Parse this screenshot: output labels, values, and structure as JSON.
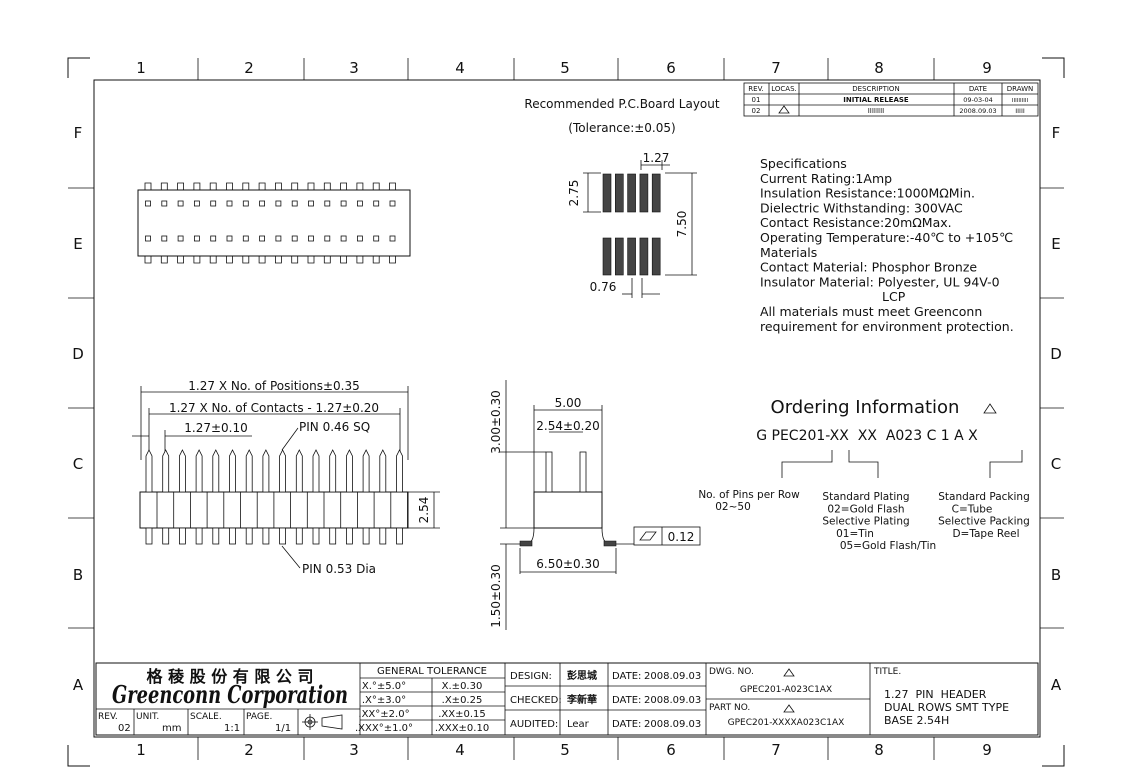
{
  "border": {
    "columns": [
      "1",
      "2",
      "3",
      "4",
      "5",
      "6",
      "7",
      "8",
      "9"
    ],
    "rows": [
      "F",
      "E",
      "D",
      "C",
      "B",
      "A"
    ]
  },
  "revision_table": {
    "headers": [
      "REV.",
      "LOCAS.",
      "DESCRIPTION",
      "DATE",
      "DRAWN"
    ],
    "rows": [
      [
        "01",
        "",
        "INITIAL RELEASE",
        "09-03-04",
        "IIIIIIIIII"
      ],
      [
        "02",
        "",
        "IIIIIIII",
        "2008.09.03",
        "IIIII"
      ]
    ]
  },
  "pcb_layout": {
    "title": "Recommended P.C.Board Layout",
    "tolerance": "(Tolerance:±0.05)",
    "dims": {
      "pitch": "1.27",
      "pad_len": "2.75",
      "pad_w": "0.76",
      "total": "7.50"
    }
  },
  "specifications": {
    "lines": [
      "Specifications",
      "Current Rating:1Amp",
      "Insulation Resistance:1000MΩMin.",
      "Dielectric Withstanding:   300VAC",
      "Contact Resistance:20mΩMax.",
      "Operating Temperature:-40℃ to +105℃",
      "Materials",
      "Contact Material:   Phosphor Bronze",
      "Insulator Material: Polyester, UL 94V-0",
      "LCP",
      "All materials must meet Greenconn",
      "requirement for environment protection."
    ]
  },
  "front_view": {
    "dim_positions": "1.27 X No. of Positions±0.35",
    "dim_contacts": "1.27 X No. of Contacts - 1.27±0.20",
    "dim_pitch": "1.27±0.10",
    "pin_sq": "PIN 0.46 SQ",
    "pin_dia": "PIN 0.53 Dia",
    "height": "2.54"
  },
  "side_view": {
    "dim_overall": "3.00±0.30",
    "dim_width": "5.00",
    "dim_pitch": "2.54±0.20",
    "dim_foot": "6.50±0.30",
    "dim_bottom": "1.50±0.30",
    "flatness": "0.12"
  },
  "ordering": {
    "title": "Ordering Information",
    "code": "G PEC201-XX  XX  A023 C 1 A X",
    "pins_label": "No. of Pins per Row",
    "pins_value": "02~50",
    "plating": [
      "Standard Plating",
      "02=Gold Flash",
      "Selective Plating",
      "01=Tin",
      "05=Gold Flash/Tin"
    ],
    "packing": [
      "Standard Packing",
      "C=Tube",
      "Selective Packing",
      "D=Tape Reel"
    ]
  },
  "title_block": {
    "company_cn": "格 稜 股 份 有 限 公 司",
    "company": "Greenconn Corporation",
    "rev_label": "REV.",
    "rev": "02",
    "unit_label": "UNIT.",
    "unit": "mm",
    "scale_label": "SCALE.",
    "scale": "1:1",
    "page_label": "PAGE.",
    "page": "1/1",
    "tolerance_title": "GENERAL  TOLERANCE",
    "tol_left": [
      "X.°±5.0°",
      ".X°±3.0°",
      ".XX°±2.0°",
      ".XXX°±1.0°"
    ],
    "tol_right": [
      "X.±0.30",
      ".X±0.25",
      ".XX±0.15",
      ".XXX±0.10"
    ],
    "design_label": "DESIGN:",
    "design": "彭思城",
    "checked_label": "CHECKED:",
    "checked": "李新華",
    "audited_label": "AUDITED:",
    "audited": "Lear",
    "date_label": "DATE:",
    "date1": "2008.09.03",
    "date2": "2008.09.03",
    "date3": "2008.09.03",
    "dwg_label": "DWG.  NO.",
    "dwg": "GPEC201-A023C1AX",
    "part_label": "PART NO.",
    "part": "GPEC201-XXXXA023C1AX",
    "title_label": "TITLE.",
    "title_lines": [
      "1.27  PIN  HEADER",
      "DUAL ROWS SMT TYPE",
      "BASE 2.54H"
    ]
  }
}
